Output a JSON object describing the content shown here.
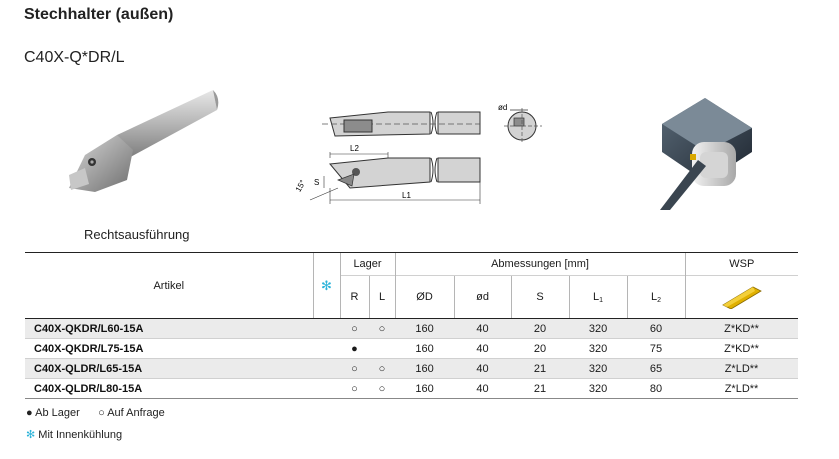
{
  "page": {
    "title": "Stechhalter (außen)",
    "subtitle": "C40X-Q*DR/L",
    "caption": "Rechtsausführung"
  },
  "drawing": {
    "od_label": "ød",
    "l2_label": "L2",
    "l1_label": "L1",
    "s_label": "S",
    "angle_label": "15°"
  },
  "table": {
    "col_article": "Artikel",
    "col_cooling_icon": "✻",
    "group_lager": "Lager",
    "group_abmessungen": "Abmessungen [mm]",
    "col_wsp": "WSP",
    "sub_r": "R",
    "sub_l": "L",
    "sub_OD": "ØD",
    "sub_od": "ød",
    "sub_s": "S",
    "sub_l1_main": "L",
    "sub_l1_index": "1",
    "sub_l2_main": "L",
    "sub_l2_index": "2",
    "rows": [
      {
        "article": "C40X-QKDR/L60-15A",
        "r": "○",
        "l": "○",
        "OD": "160",
        "od": "40",
        "s": "20",
        "l1": "320",
        "l2": "60",
        "wsp": "Z*KD**"
      },
      {
        "article": "C40X-QKDR/L75-15A",
        "r": "●",
        "l": "",
        "OD": "160",
        "od": "40",
        "s": "20",
        "l1": "320",
        "l2": "75",
        "wsp": "Z*KD**"
      },
      {
        "article": "C40X-QLDR/L65-15A",
        "r": "○",
        "l": "○",
        "OD": "160",
        "od": "40",
        "s": "21",
        "l1": "320",
        "l2": "65",
        "wsp": "Z*LD**"
      },
      {
        "article": "C40X-QLDR/L80-15A",
        "r": "○",
        "l": "○",
        "OD": "160",
        "od": "40",
        "s": "21",
        "l1": "320",
        "l2": "80",
        "wsp": "Z*LD**"
      }
    ]
  },
  "legend": {
    "ab_lager_sym": "●",
    "ab_lager": "Ab Lager",
    "auf_anfrage_sym": "○",
    "auf_anfrage": "Auf Anfrage",
    "cooling_sym": "✻",
    "cooling": "Mit Innenkühlung"
  },
  "colors": {
    "accent_cooling": "#2bb3d9",
    "insert_gold": "#e0b000",
    "row_shade": "#ebebeb"
  }
}
